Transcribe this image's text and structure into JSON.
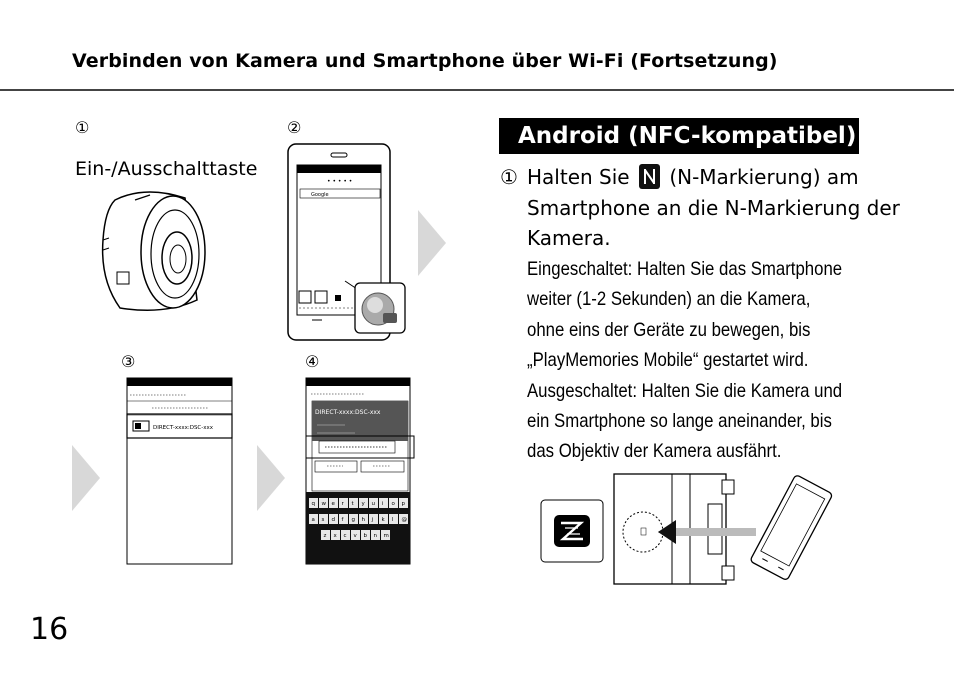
{
  "header": {
    "title": "Verbinden von Kamera und Smartphone über Wi-Fi (Fortsetzung)"
  },
  "figure": {
    "step_numbers": [
      "①",
      "②",
      "③",
      "④"
    ],
    "power_button_label": "Ein-/Ausschalttaste",
    "phone2_search_text": "Google",
    "ssid_list_item": "DIRECT-xxxx:DSC-xxx",
    "dialog_ssid": "DIRECT-xxxx:DSC-xxx",
    "keyboard_row1": [
      "q",
      "w",
      "e",
      "r",
      "t",
      "y",
      "u",
      "i",
      "o",
      "p"
    ],
    "keyboard_row2": [
      "a",
      "s",
      "d",
      "f",
      "g",
      "h",
      "j",
      "k",
      "l",
      "@"
    ],
    "keyboard_row3": [
      "z",
      "x",
      "c",
      "v",
      "b",
      "n",
      "m"
    ]
  },
  "section": {
    "banner": "Android (NFC-kompatibel)",
    "step_marker": "①",
    "step_text_before": "Halten Sie",
    "step_text_after": "(N-Markierung) am Smartphone an die N-Markierung der Kamera.",
    "step_desc": [
      "Eingeschaltet: Halten Sie das Smartphone",
      "weiter (1-2 Sekunden) an die Kamera,",
      "ohne eins der Geräte zu bewegen, bis",
      "„PlayMemories Mobile“ gestartet wird.",
      "Ausgeschaltet: Halten Sie die Kamera und",
      "ein Smartphone so lange aneinander, bis",
      "das Objektiv der Kamera ausfährt."
    ]
  },
  "footer": {
    "page_number": "16"
  }
}
